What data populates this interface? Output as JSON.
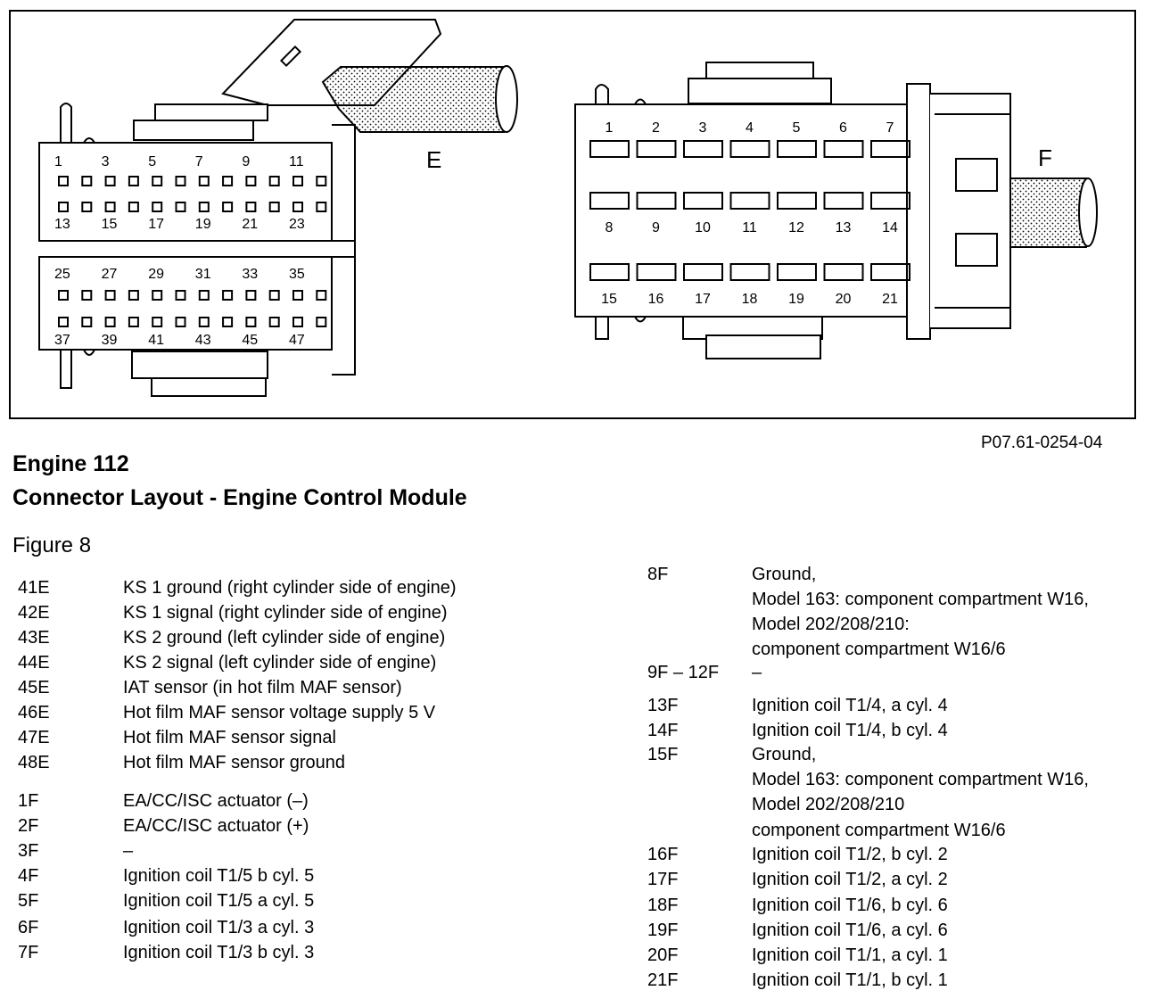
{
  "diagram": {
    "connector_e": {
      "label": "E",
      "top_row_numbers": [
        "1",
        "3",
        "5",
        "7",
        "9",
        "11"
      ],
      "row2_numbers": [
        "13",
        "15",
        "17",
        "19",
        "21",
        "23"
      ],
      "row3_numbers": [
        "25",
        "27",
        "29",
        "31",
        "33",
        "35"
      ],
      "bottom_row_numbers": [
        "37",
        "39",
        "41",
        "43",
        "45",
        "47"
      ]
    },
    "connector_f": {
      "label": "F",
      "row1_numbers": [
        "1",
        "2",
        "3",
        "4",
        "5",
        "6",
        "7"
      ],
      "row2_numbers": [
        "8",
        "9",
        "10",
        "11",
        "12",
        "13",
        "14"
      ],
      "row3_numbers": [
        "15",
        "16",
        "17",
        "18",
        "19",
        "20",
        "21"
      ]
    }
  },
  "figure_ref": "P07.61-0254-04",
  "title_line1": "Engine 112",
  "title_line2": "Connector Layout - Engine Control Module",
  "figure_label": "Figure 8",
  "left_table": [
    {
      "pin": "41E",
      "desc": "KS 1 ground (right cylinder side of engine)"
    },
    {
      "pin": "42E",
      "desc": "KS 1 signal (right cylinder side of engine)"
    },
    {
      "pin": "43E",
      "desc": "KS 2 ground (left cylinder side of engine)"
    },
    {
      "pin": "44E",
      "desc": "KS 2 signal (left cylinder side of engine)"
    },
    {
      "pin": "45E",
      "desc": "IAT sensor (in hot film MAF sensor)"
    },
    {
      "pin": "46E",
      "desc": "Hot film MAF sensor voltage supply 5 V"
    },
    {
      "pin": "47E",
      "desc": "Hot film MAF sensor signal"
    },
    {
      "pin": "48E",
      "desc": "Hot film MAF sensor ground"
    },
    {
      "pin": "1F",
      "desc": "EA/CC/ISC actuator (–)"
    },
    {
      "pin": "2F",
      "desc": "EA/CC/ISC actuator (+)"
    },
    {
      "pin": "3F",
      "desc": "–"
    },
    {
      "pin": "4F",
      "desc": "Ignition coil T1/5 b cyl. 5"
    },
    {
      "pin": "5F",
      "desc": "Ignition coil T1/5 a cyl. 5"
    },
    {
      "pin": "6F",
      "desc": "Ignition coil T1/3 a cyl. 3"
    },
    {
      "pin": "7F",
      "desc": "Ignition coil T1/3 b cyl. 3"
    }
  ],
  "right_table": [
    {
      "pin": "8F",
      "desc": "Ground,"
    },
    {
      "pin": "",
      "desc": "Model 163: component compartment W16,"
    },
    {
      "pin": "",
      "desc": "Model 202/208/210:"
    },
    {
      "pin": "",
      "desc": "component compartment W16/6"
    },
    {
      "pin": "9F – 12F",
      "desc": "–"
    },
    {
      "pin": "13F",
      "desc": "Ignition coil T1/4, a cyl. 4"
    },
    {
      "pin": "14F",
      "desc": "Ignition coil T1/4, b cyl. 4"
    },
    {
      "pin": "15F",
      "desc": "Ground,"
    },
    {
      "pin": "",
      "desc": "Model 163: component compartment W16,"
    },
    {
      "pin": "",
      "desc": "Model 202/208/210"
    },
    {
      "pin": "",
      "desc": "component compartment W16/6"
    },
    {
      "pin": "16F",
      "desc": "Ignition coil T1/2, b cyl. 2"
    },
    {
      "pin": "17F",
      "desc": "Ignition coil T1/2, a cyl. 2"
    },
    {
      "pin": "18F",
      "desc": "Ignition coil T1/6, b cyl. 6"
    },
    {
      "pin": "19F",
      "desc": "Ignition coil T1/6, a cyl. 6"
    },
    {
      "pin": "20F",
      "desc": "Ignition coil T1/1, a cyl. 1"
    },
    {
      "pin": "21F",
      "desc": "Ignition coil T1/1, b cyl. 1"
    }
  ]
}
